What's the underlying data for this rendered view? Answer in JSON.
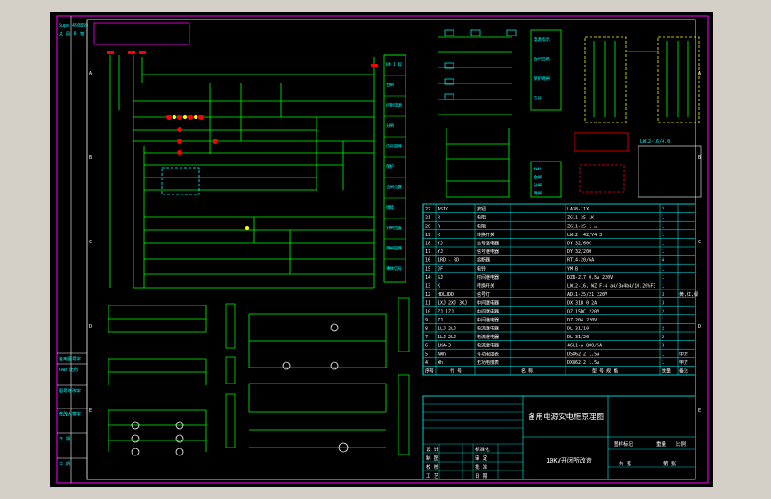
{
  "drawing": {
    "title": "备用电源安电柜原理图",
    "subtitle": "10KV开闭所改造",
    "corner_code": "Supe 450850",
    "corner_label": "总 图 号 签",
    "left_strip": [
      "备用图号字",
      "CAD 比例",
      "图号修改字",
      "修改人签字",
      "日 期",
      "日 期"
    ],
    "row_letters": [
      "A",
      "B",
      "C",
      "D",
      "E"
    ]
  },
  "components_table": {
    "header": [
      "序号",
      "代 号",
      "名 称",
      "型 号 规 格",
      "数量",
      "备注"
    ],
    "rows": [
      [
        "22",
        "ASIK",
        "按钮",
        "LA38-11X",
        "2",
        ""
      ],
      [
        "21",
        "R",
        "电阻",
        "ZG11-25 1K",
        "1",
        ""
      ],
      [
        "20",
        "R",
        "电阻",
        "ZG11-25 1 △",
        "1",
        ""
      ],
      [
        "19",
        "K",
        "转换开关",
        "LW12 -42/Y4.3",
        "1",
        ""
      ],
      [
        "18",
        "YJ",
        "信号继电器",
        "DY-32/60C",
        "1",
        ""
      ],
      [
        "17",
        "YJ",
        "信号继电器",
        "DY-32/200",
        "1",
        ""
      ],
      [
        "16",
        "1RD - RD",
        "熔断器",
        "RT14-20/6A",
        "4",
        ""
      ],
      [
        "15",
        "JF",
        "电铃",
        "YM-B",
        "1",
        ""
      ],
      [
        "14",
        "SJ",
        "时间继电器",
        "DZB-217 0.5A 220V",
        "1",
        ""
      ],
      [
        "13",
        "K",
        "转换开关",
        "LW12-16, WZ-F-4 a4/3a4b4/10.20%F3",
        "1",
        ""
      ],
      [
        "12",
        "HDLUDD",
        "信号灯",
        "AD11-25/21 220V",
        "3",
        "黄,红,绿"
      ],
      [
        "11",
        "1XJ 2XJ 3XJ",
        "中间继电器",
        "DX-31B 0.2A",
        "3",
        ""
      ],
      [
        "10",
        "ZJ 1ZJ",
        "中间继电器",
        "DZ-15DC 220V",
        "2",
        ""
      ],
      [
        "9",
        "ZJ",
        "中间继电器",
        "DZ-204 220V",
        "1",
        ""
      ],
      [
        "8",
        "1LJ 2LJ",
        "电流继电器",
        "DL-31/10",
        "2",
        ""
      ],
      [
        "7",
        "1LJ 2LJ",
        "电流继电器",
        "DL-31/20",
        "2",
        ""
      ],
      [
        "6",
        "1KA-3",
        "电流继电器",
        "46L1-A 800/5A",
        "3",
        ""
      ],
      [
        "5",
        "AWh",
        "有功电度表",
        "DS862-2 1.5A",
        "1",
        "甲方"
      ],
      [
        "4",
        "Wh",
        "无功电度表",
        "DX862-2 1.5A",
        "1",
        "甲方"
      ]
    ]
  },
  "title_block": {
    "rows": [
      [
        "设 计",
        "",
        "标准化",
        ""
      ],
      [
        "制 图",
        "",
        "审 定",
        ""
      ],
      [
        "校 核",
        "",
        "批 准",
        ""
      ],
      [
        "工 艺",
        "",
        "日 期",
        ""
      ]
    ],
    "right_labels": [
      "图样标记",
      "重量",
      "比例",
      "共 张",
      "第 张"
    ]
  },
  "panel_labels": {
    "top_column": [
      "BM I 段",
      "合闸",
      "控制电源",
      "分闸",
      "信号回路",
      "保护",
      "合闸位置",
      "储能",
      "分闸位置",
      "跳闸回路",
      "事故信号"
    ],
    "mid_box": [
      "电源指示",
      "合闸回路",
      "保护跳闸",
      "信号"
    ],
    "switch_labels": [
      "4WU",
      "合闸",
      "分闸",
      "跳闸"
    ],
    "table2_title": "LW12-16/4.0"
  },
  "colors": {
    "line": "#00ff00",
    "text": "#00ffff",
    "frame": "#ff00ff",
    "accent": "#ffff00",
    "warn": "#ff0000"
  }
}
